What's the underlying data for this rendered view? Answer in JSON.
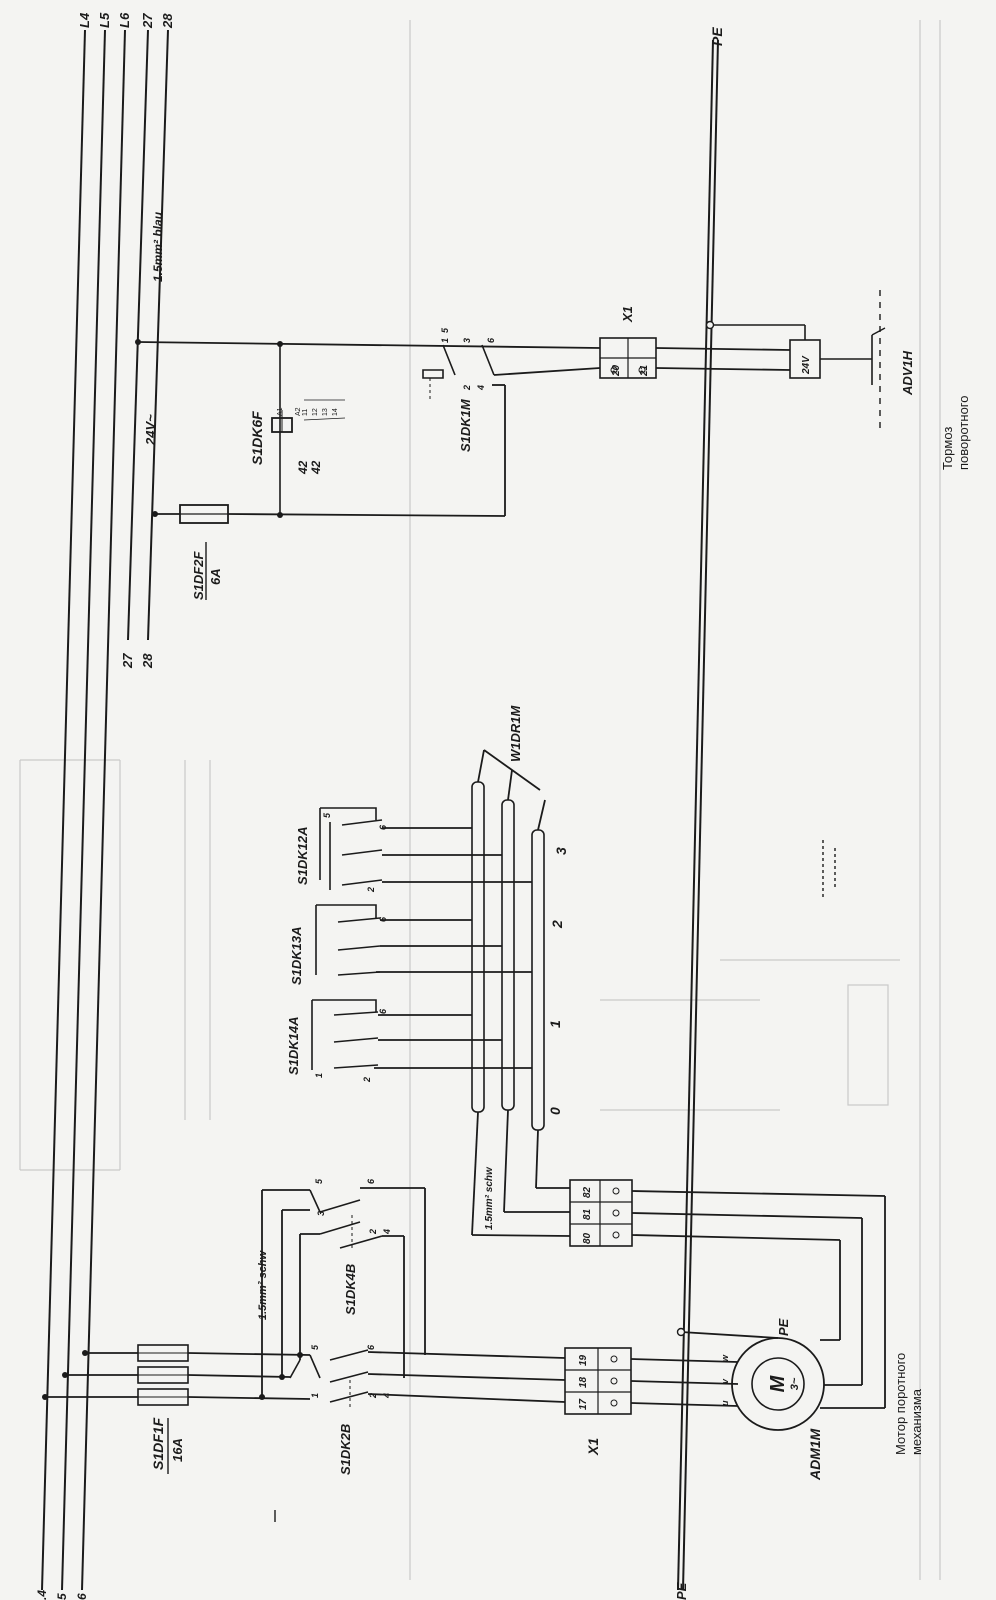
{
  "bus": {
    "top_labels": [
      "L4",
      "L5",
      "L6",
      "27",
      "28"
    ],
    "bottom_labels": [
      ".4",
      "5",
      "6"
    ],
    "pe_label": "PE",
    "pe_bottom_label": "PE",
    "left_supply_labels": [
      "27",
      "28"
    ],
    "voltage_label": "24V~",
    "wire_blue": "1.5mm² blau"
  },
  "fuses": {
    "main": {
      "name": "S1DF1F",
      "rating": "16A"
    },
    "control": {
      "name": "S1DF2F",
      "rating": "6A"
    }
  },
  "relay": {
    "name": "S1DK6F",
    "coil_terms": [
      "A1",
      "A2"
    ],
    "contacts": [
      "42",
      "42"
    ],
    "contact_nums": [
      "11",
      "12",
      "13",
      "14"
    ]
  },
  "brake_contactor": {
    "name": "S1DK1M",
    "pins": [
      "1",
      "3",
      "5",
      "2",
      "4",
      "6"
    ]
  },
  "terminal_upper": {
    "name": "X1",
    "cells": [
      "20",
      "21"
    ]
  },
  "brake_valve": {
    "name": "ADV1H",
    "voltage": "24V"
  },
  "brake_caption": [
    "Тормоз",
    "поворотного"
  ],
  "switch": {
    "name": "W1DR1M",
    "positions": [
      "0",
      "1",
      "2",
      "3"
    ]
  },
  "step_contactors": [
    {
      "name": "S1DK12A"
    },
    {
      "name": "S1DK13A"
    },
    {
      "name": "S1DK14A"
    }
  ],
  "contactor_pins": [
    "1",
    "3",
    "5",
    "2",
    "4",
    "6"
  ],
  "terminal_mid": {
    "cells": [
      "80",
      "81",
      "82"
    ]
  },
  "wire_black": "1.5mm² schw",
  "wire_black_2": "1.5mm² schw",
  "dir_contactors": [
    {
      "name": "S1DK4B"
    },
    {
      "name": "S1DK2B"
    }
  ],
  "terminal_lower": {
    "name": "X1",
    "cells": [
      "17",
      "18",
      "19"
    ]
  },
  "motor": {
    "name": "ADM1M",
    "symbol": "M",
    "phase": "3~",
    "pe": "PE",
    "caption": [
      "Мотор поротного",
      "механизма"
    ],
    "terms": [
      "u",
      "v",
      "w"
    ]
  }
}
